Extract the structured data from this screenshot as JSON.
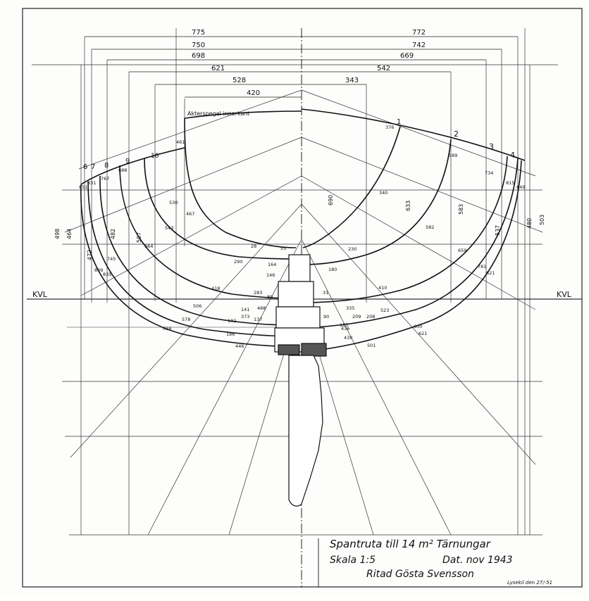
{
  "title_block": {
    "title": "Spantruta till 14 m² Tärnungar",
    "scale": "Skala 1:5",
    "date": "Dat. nov 1943",
    "drawn_by": "Ritad Gösta Svensson",
    "note": "Lysekil den 27/-51"
  },
  "waterline": {
    "left": "KVL",
    "right": "KVL"
  },
  "transom_label": "Akterspegel innerkant",
  "halfbreadths": {
    "left": [
      "775",
      "750",
      "698",
      "621",
      "528",
      "420"
    ],
    "right": [
      "772",
      "742",
      "669",
      "542",
      "343"
    ]
  },
  "station_numbers": {
    "aft": [
      "6",
      "7",
      "8",
      "9",
      "10"
    ],
    "fwd": [
      "1",
      "2",
      "3",
      "4"
    ]
  },
  "heights": {
    "left": [
      "498",
      "464",
      "482",
      "472",
      "507"
    ],
    "right": [
      "480",
      "503",
      "537",
      "583",
      "633",
      "690"
    ]
  },
  "inner_labels": {
    "aft": [
      "851",
      "831",
      "767",
      "688",
      "461",
      "530",
      "467",
      "543",
      "664",
      "745",
      "809",
      "835",
      "28",
      "290",
      "418",
      "283",
      "506",
      "578",
      "618",
      "55",
      "164",
      "146",
      "141",
      "137",
      "192",
      "373",
      "186",
      "446",
      "488",
      "80"
    ],
    "fwd": [
      "376",
      "589",
      "734",
      "815",
      "849",
      "340",
      "582",
      "659",
      "230",
      "180",
      "781",
      "621",
      "410",
      "31",
      "335",
      "90",
      "523",
      "600",
      "621",
      "436",
      "430",
      "185",
      "209",
      "208",
      "501"
    ]
  }
}
